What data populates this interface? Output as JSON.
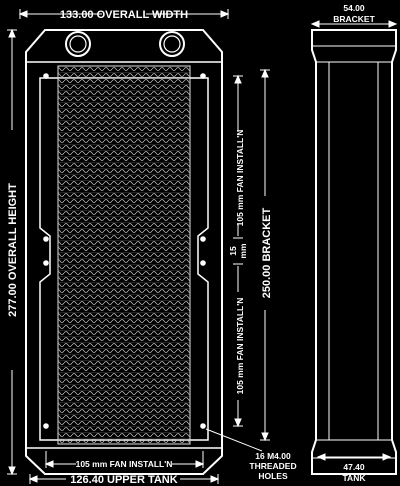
{
  "colors": {
    "background": "#000000",
    "line": "#ffffff",
    "grid": "#cfcfcf"
  },
  "labels": {
    "overall_width": "133.00 OVERALL WIDTH",
    "bracket_width": "54.00",
    "bracket_word": "BRACKET",
    "overall_height": "277.00 OVERALL HEIGHT",
    "fan_install_upper": "105 mm FAN INSTALL'N",
    "fan_install_lower": "105 mm FAN INSTALL'N",
    "fan_gap": "15",
    "fan_gap_unit": "mm",
    "bracket_length": "250.00 BRACKET",
    "fan_install_bottom": "105 mm FAN INSTALL'N",
    "upper_tank": "126.40 UPPER TANK",
    "holes_line1": "16 M4.00",
    "holes_line2": "THREADED",
    "holes_line3": "HOLES",
    "tank_width": "47.40",
    "tank_word": "TANK"
  }
}
